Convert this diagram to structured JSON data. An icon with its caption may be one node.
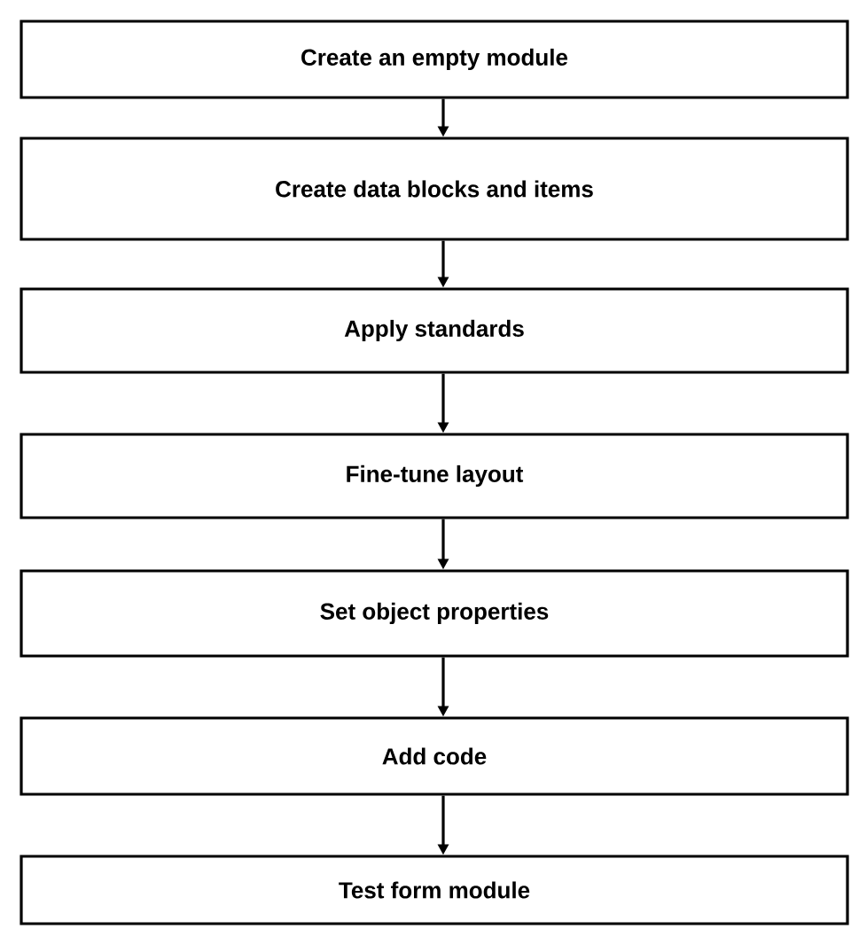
{
  "diagram": {
    "nodes": [
      {
        "text": [
          "Create an empty module"
        ]
      },
      {
        "text": [
          "Create data blocks and items"
        ]
      },
      {
        "text": [
          "Apply standards"
        ]
      },
      {
        "text": [
          "Fine-tune layout"
        ]
      },
      {
        "text": [
          "Set object properties"
        ]
      },
      {
        "text": [
          "Add code"
        ]
      },
      {
        "text": [
          "Test form module"
        ]
      }
    ],
    "edges": [
      {
        "from": 0,
        "to": 1,
        "arrow": "to"
      },
      {
        "from": 1,
        "to": 2,
        "arrow": "to"
      },
      {
        "from": 2,
        "to": 3,
        "arrow": "to"
      },
      {
        "from": 3,
        "to": 4,
        "arrow": "to"
      },
      {
        "from": 4,
        "to": 5,
        "arrow": "to"
      },
      {
        "from": 5,
        "to": 6,
        "arrow": "to"
      }
    ]
  }
}
